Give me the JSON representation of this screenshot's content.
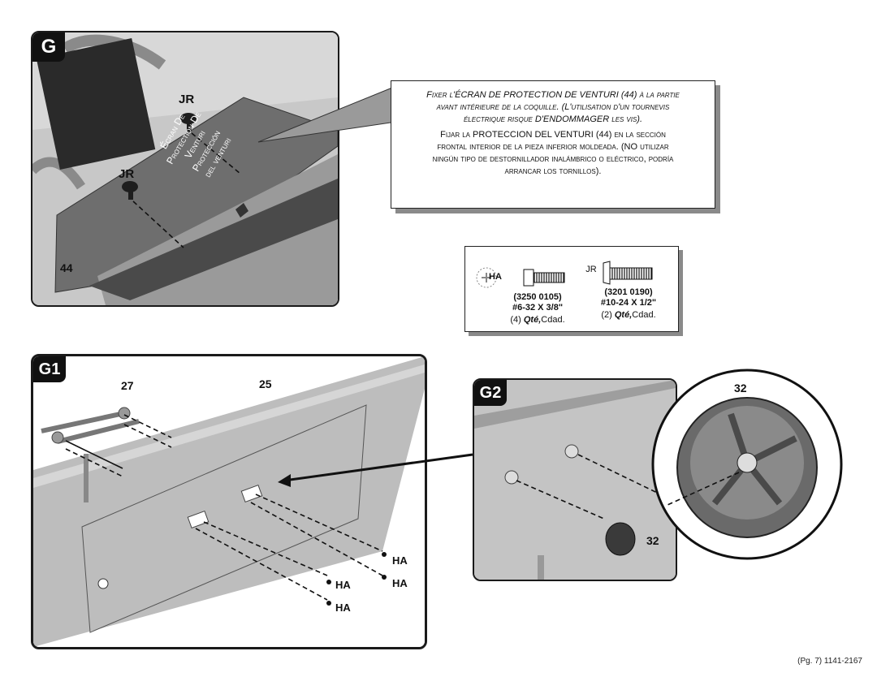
{
  "panel_g": {
    "tag": "G",
    "label_44": "44",
    "label_jr_top": "JR",
    "label_jr_left": "JR",
    "shield_text_fr_1": "Écran De",
    "shield_text_fr_2": "Protection De",
    "shield_text_fr_3": "Venturi",
    "shield_text_es_1": "Protección",
    "shield_text_es_2": "del venturi"
  },
  "instruction": {
    "fr_line1": "Fixer l'ÉCRAN DE PROTECTION DE VENTURI (44) à la partie",
    "fr_line2": "avant intérieure de la coquille. (L'utilisation d'un tournevis",
    "fr_line3": "électrique risque D'ENDOMMAGER les vis).",
    "es_line1": "Fijar la PROTECCION DEL VENTURI (44) en la sección",
    "es_line2": "frontal interior de la pieza inferior moldeada. (NO utilizar",
    "es_line3": "ningún tipo de destornillador inalámbrico o eléctrico, podría",
    "es_line4": "arrancar los tornillos)."
  },
  "hardware": {
    "ha": {
      "code": "HA",
      "part": "(3250 0105)",
      "size": "#6-32 X 3/8\"",
      "qty_prefix": "(4)",
      "qty_bold": "Qté,",
      "qty_suffix": "Cdad."
    },
    "jr": {
      "code": "JR",
      "part": "(3201 0190)",
      "size": "#10-24 X 1/2\"",
      "qty_prefix": "(2)",
      "qty_bold": "Qté,",
      "qty_suffix": "Cdad."
    }
  },
  "panel_g1": {
    "tag": "G1",
    "label_27": "27",
    "label_25": "25",
    "ha_1": "HA",
    "ha_2": "HA",
    "ha_3": "HA",
    "ha_4": "HA"
  },
  "panel_g2": {
    "tag": "G2",
    "label_32_top": "32",
    "label_32_bottom": "32"
  },
  "footer": "(Pg. 7) 1141-2167",
  "colors": {
    "panel_bg": "#cfcfcf",
    "shield": "#6e6e6e",
    "dark": "#111111"
  }
}
